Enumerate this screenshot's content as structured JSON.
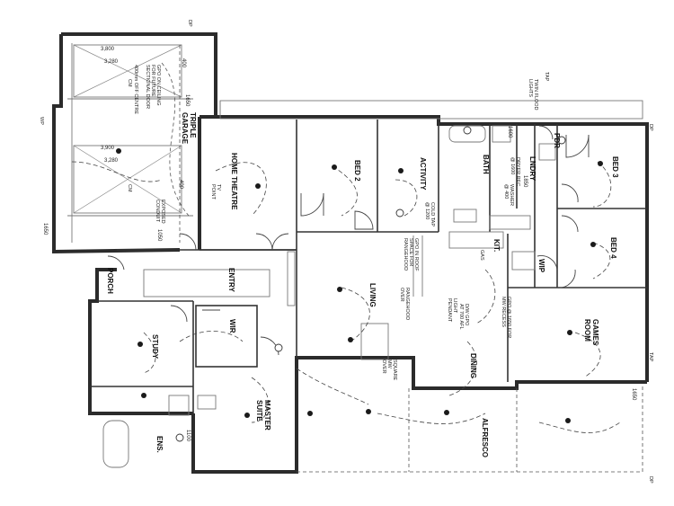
{
  "rooms": {
    "triple_garage": "TRIPLE\nGARAGE",
    "home_theatre": "HOME THEATRE",
    "bed2": "BED 2",
    "activity": "ACTIVITY",
    "bath": "BATH",
    "pdr": "PDR",
    "lndry": "LNDRY",
    "bed3": "BED 3",
    "bed4": "BED 4",
    "wip": "WIP",
    "kit": "KIT.",
    "entry": "ENTRY",
    "porch": "PORCH",
    "study": "STUDY",
    "wir": "WIR",
    "living": "LIVING",
    "master_suite": "MASTER\nSUITE",
    "dining": "DINING",
    "games_room": "GAMES\nROOM",
    "alfresco": "ALFRESCO",
    "ens": "ENS."
  },
  "notes": {
    "gpo_ceiling": "GPO ON CEILING\nFOR FUTURE\nSECTIONAL DOOR",
    "offset_centre": "400mm OFF CENTRE",
    "cm": "CM",
    "exposed_conduit": "EXPOSED\nCONDUIT",
    "tv_point": "TV\nPOINT",
    "cold_tap": "COLD TAP\n@ 1200",
    "gpo_roof": "GPO IN ROOF\nSPACE FOR\nRANGEHOOD",
    "rangehood": "RANGEHOOD\nOVER",
    "dryer": "DRYER REC\n@ 1600",
    "washer": "WASHER\n@ 400",
    "twin_flood": "TWIN FLOOD\nLIGHTS",
    "dw_gpo": "D/W GPO\nAT 700 AFL",
    "light_pendant": "LIGHT\nPENDANT",
    "mw_recess": "GPO @ 1650 FOR\nMW RECESS",
    "square_mw": "SQUARE\nMW\nOVER",
    "gas": "GAS",
    "tap": "TAP",
    "wp": "WP",
    "dp": "DP"
  },
  "dimensions": {
    "d3800": "3,800",
    "d3280a": "3,280",
    "d3900": "3,900",
    "d3280b": "3,280",
    "d400a": "400",
    "d400b": "400",
    "d1650a": "1650",
    "d1650b": "1650",
    "d1050": "1050",
    "d1600": "1600",
    "d1850": "1850",
    "d1650c": "1650",
    "d1100": "1100"
  }
}
